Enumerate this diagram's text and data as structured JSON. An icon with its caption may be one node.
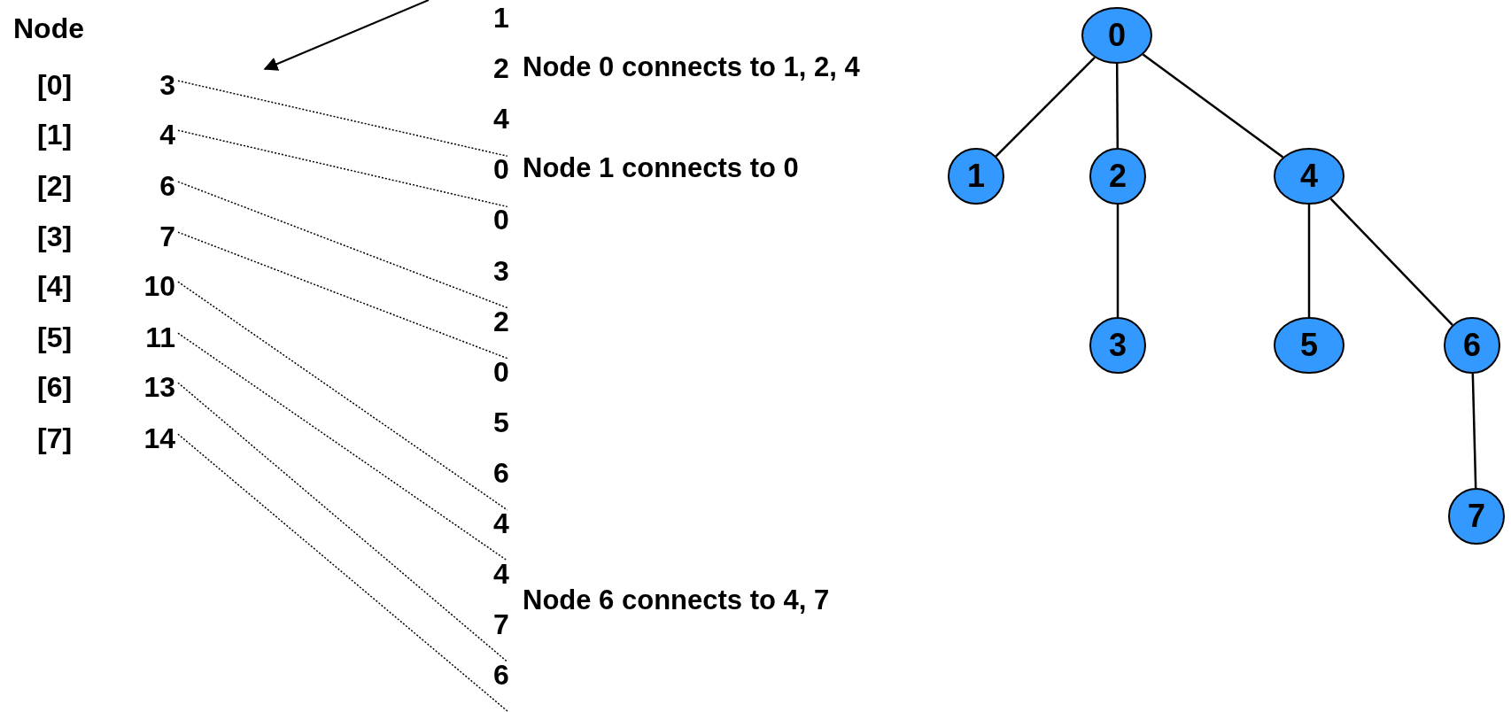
{
  "diagram": {
    "nodes": [
      {
        "text": [
          "3"
        ]
      },
      {
        "text": [
          "4"
        ]
      },
      {
        "text": [
          "6"
        ]
      },
      {
        "text": [
          "7"
        ]
      },
      {
        "text": [
          "10"
        ]
      },
      {
        "text": [
          "11"
        ]
      },
      {
        "text": [
          "13"
        ]
      },
      {
        "text": [
          "14"
        ]
      },
      {
        "text": [
          "1"
        ]
      },
      {
        "text": [
          "2"
        ]
      },
      {
        "text": [
          "4"
        ]
      },
      {
        "text": [
          "0"
        ]
      },
      {
        "text": [
          "0"
        ]
      },
      {
        "text": [
          "3"
        ]
      },
      {
        "text": [
          "2"
        ]
      },
      {
        "text": [
          "0"
        ]
      },
      {
        "text": [
          "5"
        ]
      },
      {
        "text": [
          "6"
        ]
      },
      {
        "text": [
          "4"
        ]
      },
      {
        "text": [
          "4"
        ]
      },
      {
        "text": [
          "7"
        ]
      },
      {
        "text": [
          "6"
        ]
      },
      {
        "text": [
          "0"
        ]
      },
      {
        "text": [
          "1"
        ]
      },
      {
        "text": [
          "2"
        ]
      },
      {
        "text": [
          "4"
        ]
      },
      {
        "text": [
          "3"
        ]
      },
      {
        "text": [
          "5"
        ]
      },
      {
        "text": [
          "6"
        ]
      },
      {
        "text": [
          "7"
        ]
      }
    ],
    "edges": [
      {
        "from": 0,
        "to": 11,
        "arrow": "none",
        "style": "dashed"
      },
      {
        "from": 1,
        "to": 12,
        "arrow": "none",
        "style": "dashed"
      },
      {
        "from": 2,
        "to": 14,
        "arrow": "none",
        "style": "dashed"
      },
      {
        "from": 3,
        "to": 15,
        "arrow": "none",
        "style": "dashed"
      },
      {
        "from": 4,
        "to": 18,
        "arrow": "none",
        "style": "dashed"
      },
      {
        "from": 5,
        "to": 19,
        "arrow": "none",
        "style": "dashed"
      },
      {
        "from": 6,
        "to": 21,
        "arrow": "none",
        "style": "dashed"
      },
      {
        "from": 7,
        "to": null,
        "arrow": "none",
        "style": "dashed"
      },
      {
        "from": 22,
        "to": 23,
        "arrow": "none"
      },
      {
        "from": 22,
        "to": 24,
        "arrow": "none"
      },
      {
        "from": 22,
        "to": 25,
        "arrow": "none"
      },
      {
        "from": 24,
        "to": 26,
        "arrow": "none"
      },
      {
        "from": 25,
        "to": 27,
        "arrow": "none"
      },
      {
        "from": 25,
        "to": 28,
        "arrow": "none"
      },
      {
        "from": 28,
        "to": 29,
        "arrow": "none"
      }
    ],
    "labels": [
      "Node",
      "[0]",
      "[1]",
      "[2]",
      "[3]",
      "[4]",
      "[5]",
      "[6]",
      "[7]",
      "Node 0 connects to 1, 2, 4",
      "Node 1 connects to 0",
      "Node 6 connects to 4, 7"
    ]
  }
}
